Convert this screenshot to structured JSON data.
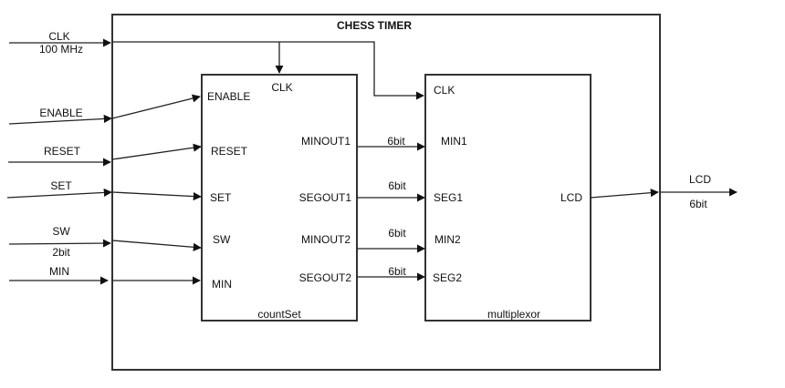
{
  "title": "CHESS TIMER",
  "inputs": {
    "clk": "CLK",
    "clk_freq": "100 MHz",
    "enable": "ENABLE",
    "reset": "RESET",
    "set": "SET",
    "sw": "SW",
    "sw_width": "2bit",
    "min": "MIN"
  },
  "countset": {
    "name": "countSet",
    "ports": {
      "clk": "CLK",
      "enable": "ENABLE",
      "reset": "RESET",
      "set": "SET",
      "sw": "SW",
      "min": "MIN",
      "minout1": "MINOUT1",
      "segout1": "SEGOUT1",
      "minout2": "MINOUT2",
      "segout2": "SEGOUT2"
    }
  },
  "multiplexor": {
    "name": "multiplexor",
    "ports": {
      "clk": "CLK",
      "min1": "MIN1",
      "seg1": "SEG1",
      "min2": "MIN2",
      "seg2": "SEG2",
      "lcd": "LCD"
    }
  },
  "bus_labels": [
    "6bit",
    "6bit",
    "6bit",
    "6bit"
  ],
  "output": {
    "lcd": "LCD",
    "lcd_width": "6bit"
  }
}
